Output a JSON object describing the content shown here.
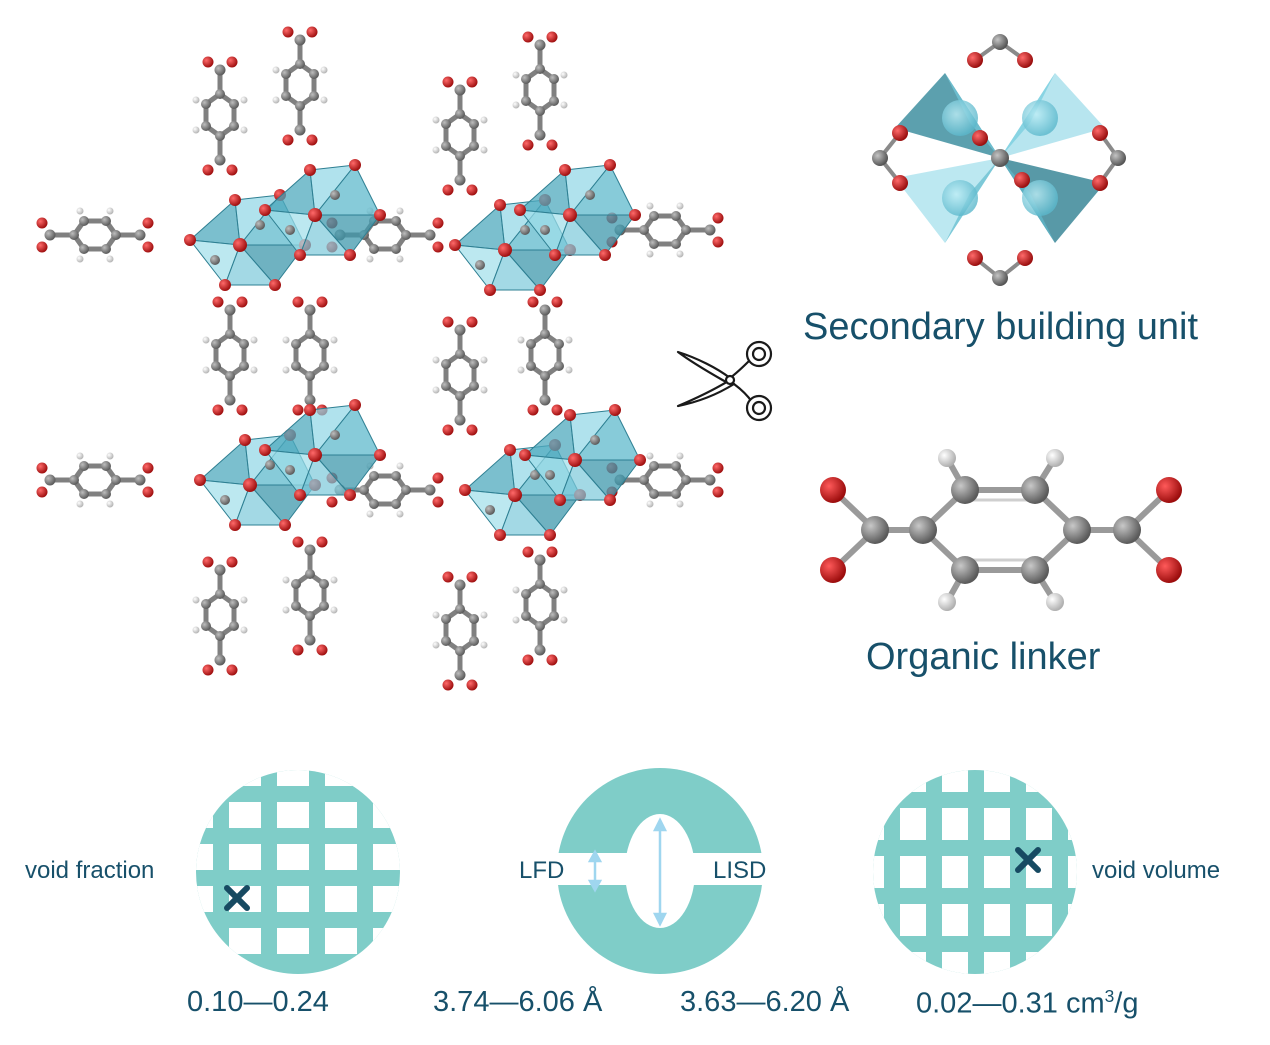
{
  "labels": {
    "sbu": "Secondary building unit",
    "linker": "Organic linker"
  },
  "properties": [
    {
      "label": "void fraction",
      "range": "0.10—0.24"
    },
    {
      "label": "LFD",
      "range": "3.74—6.06 Å"
    },
    {
      "label": "LISD",
      "range": "3.63—6.20 Å"
    },
    {
      "label": "void volume",
      "range_main": "0.02—0.31 cm",
      "range_sup": "3",
      "range_tail": "/g"
    }
  ],
  "colors": {
    "text": "#17506a",
    "teal": "#7fcdc8",
    "polyhedron": "#6fc3d6",
    "carbon": "#7a7a7a",
    "oxygen": "#d42a2a",
    "hydrogen": "#d9d9d9",
    "arrow": "#9fd6ef"
  },
  "icons": {
    "cut": "scissors-icon",
    "marker": "x-marker-icon"
  }
}
